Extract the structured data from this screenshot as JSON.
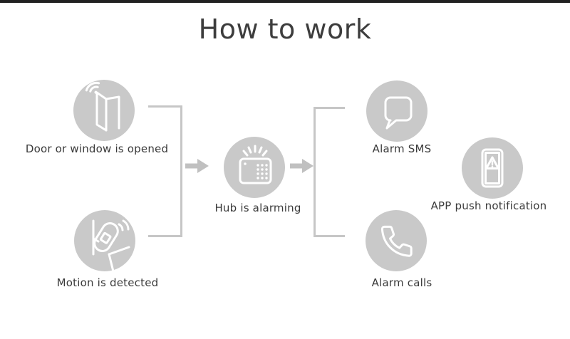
{
  "title": "How to work",
  "colors": {
    "background": "#ffffff",
    "top_bar": "#212121",
    "title_text": "#3d3d3d",
    "label_text": "#3a3a3a",
    "circle_fill": "#c9c9c9",
    "icon_stroke": "#ffffff",
    "connector": "#c6c6c6",
    "arrow": "#c0c0c0"
  },
  "nodes": {
    "door": {
      "label": "Door or window is opened",
      "icon": "door-open-wireless-icon"
    },
    "motion": {
      "label": "Motion is detected",
      "icon": "motion-sensor-icon"
    },
    "hub": {
      "label": "Hub is alarming",
      "icon": "alarm-hub-icon"
    },
    "sms": {
      "label": "Alarm SMS",
      "icon": "sms-bubble-icon"
    },
    "calls": {
      "label": "Alarm calls",
      "icon": "phone-call-icon"
    },
    "app": {
      "label": "APP push notification",
      "icon": "smartphone-alert-icon"
    }
  },
  "flow": [
    {
      "from": "Door or window is opened",
      "to": "Hub is alarming"
    },
    {
      "from": "Motion is detected",
      "to": "Hub is alarming"
    },
    {
      "from": "Hub is alarming",
      "to": "Alarm SMS"
    },
    {
      "from": "Hub is alarming",
      "to": "Alarm calls"
    },
    {
      "from": "Hub is alarming",
      "to": "APP push notification"
    }
  ]
}
